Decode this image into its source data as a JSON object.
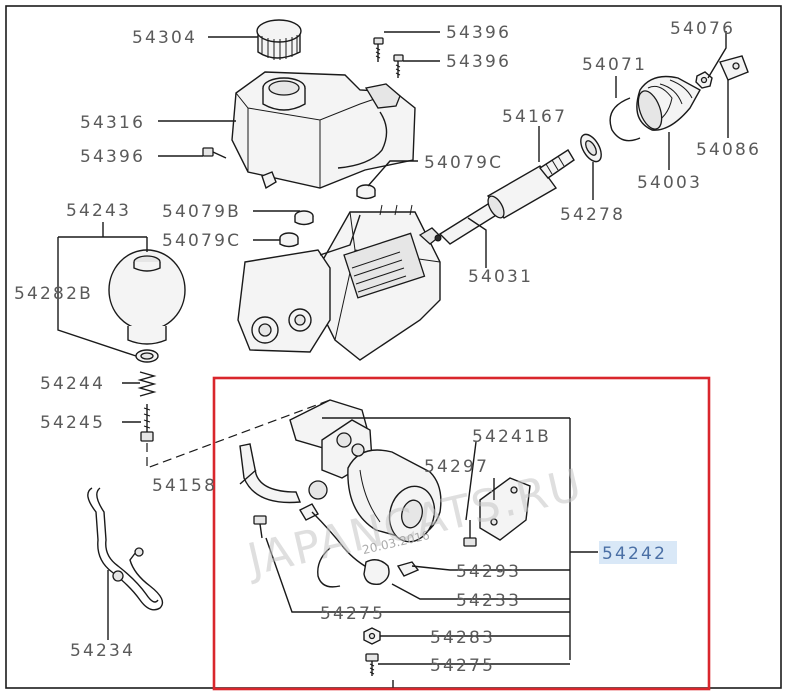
{
  "labels": {
    "l54304": "54304",
    "l54396a": "54396",
    "l54396b": "54396",
    "l54076": "54076",
    "l54071": "54071",
    "l54316": "54316",
    "l54167": "54167",
    "l54396c": "54396",
    "l54086": "54086",
    "l54079c_a": "54079C",
    "l54003": "54003",
    "l54243": "54243",
    "l54079b": "54079B",
    "l54278": "54278",
    "l54079c_b": "54079C",
    "l54031": "54031",
    "l54282b": "54282B",
    "l54244": "54244",
    "l54245": "54245",
    "l54241b": "54241B",
    "l54297": "54297",
    "l54158": "54158",
    "l54242": "54242",
    "l54293": "54293",
    "l54233": "54233",
    "l54275a": "54275",
    "l54234": "54234",
    "l54283": "54283",
    "l54275b": "54275"
  },
  "watermark": {
    "text": "JAPANCATS.RU",
    "date": "20.03.2016"
  },
  "colors": {
    "highlight_box": "#d9262c",
    "label_text": "#5a5a5a",
    "selected_label_bg": "#d9e8f7",
    "selected_label_text": "#4a6fa5",
    "line": "#1a1a1a"
  }
}
